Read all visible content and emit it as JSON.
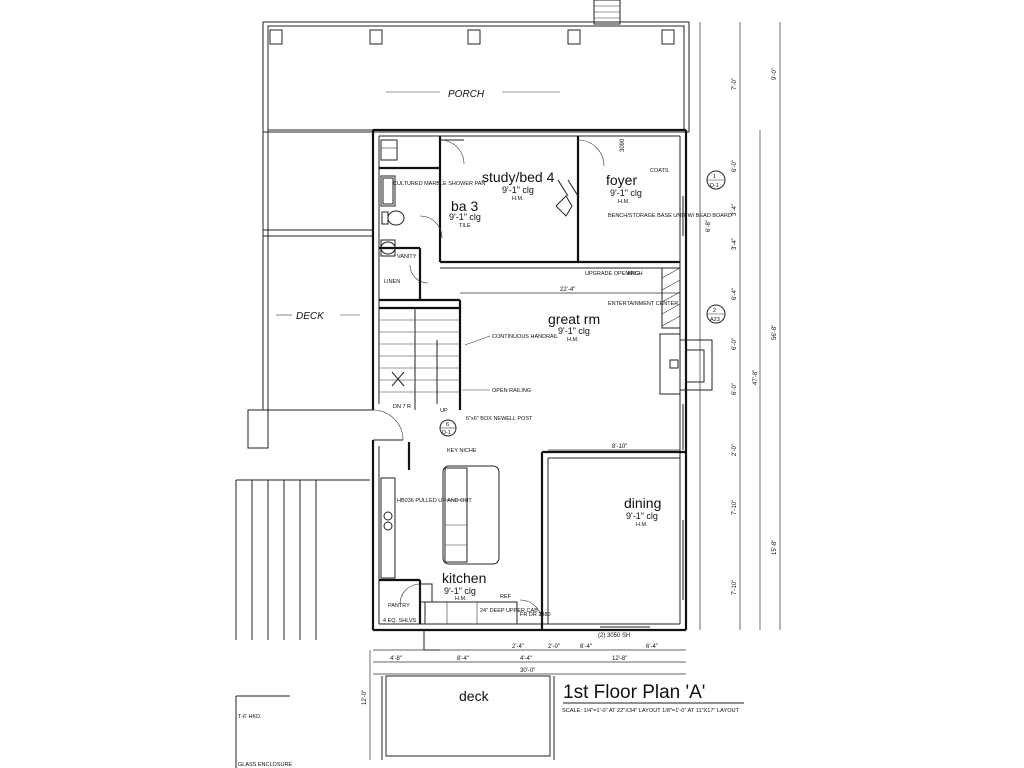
{
  "rooms": {
    "study": {
      "name": "study/bed 4",
      "ceiling": "9'-1\" clg",
      "floor": "H.M."
    },
    "foyer": {
      "name": "foyer",
      "ceiling": "9'-1\" clg",
      "floor": "H.M."
    },
    "bath": {
      "name": "ba 3",
      "ceiling": "9'-1\" clg",
      "floor": "TILE"
    },
    "great": {
      "name": "great rm",
      "ceiling": "9'-1\" clg",
      "floor": "H.M."
    },
    "dining": {
      "name": "dining",
      "ceiling": "9'-1\" clg",
      "floor": "H.M."
    },
    "kitchen": {
      "name": "kitchen",
      "ceiling": "9'-1\" clg",
      "floor": "H.M."
    },
    "deck_bottom": {
      "name": "deck"
    },
    "porch": {
      "name": "PORCH"
    },
    "deck_left": {
      "name": "DECK"
    }
  },
  "notes": {
    "shower": "CULTURED MARBLE SHOWER PAN",
    "bench": "BENCH/STORAGE BASE UNIT W/ BEAD BOARD",
    "upgrade": "UPGRADE OPENING",
    "arch": "ARCH",
    "entertainment": "ENTERTAINMENT CENTER",
    "handrail": "CONTINUOUS HANDRAIL",
    "railing": "OPEN RAILING",
    "newell": "6\"x6\" BOX NEWELL POST",
    "key_niche": "KEY NICHE",
    "pulled": "HB036 PULLED UP AND OUT",
    "pantry": "PANTRY",
    "shelves": "4 EQ. SHLVS",
    "upper_cab": "24\" DEEP UPPER CAB",
    "coats": "COATS",
    "linen": "LINEN",
    "vanity": "VANITY",
    "dn": "DN 7 R",
    "up": "UP",
    "fr_dr": "FR DR 2880",
    "ref": "REF"
  },
  "dimensions": {
    "great_width": "22'-4\"",
    "dining_width": "8'-10\"",
    "overall_width": "30'-0\"",
    "overall_depth": "56'-8\"",
    "inner_depth": "47'-8\"",
    "porch_depth": "9'-0\"",
    "dining_depth": "15'-8\"",
    "bottom_row": [
      "4'-8\"",
      "8'-4\"",
      "4'-4\"",
      "12'-8\""
    ],
    "upper_row": [
      "2'-4\"",
      "2'-0\"",
      "6'-4\"",
      "6'-4\""
    ],
    "right_col": [
      "7'-0\"",
      "6'-0\"",
      "3'-4\"",
      "6'-8\"",
      "3'-4\"",
      "6'-4\"",
      "6'-0\"",
      "6'-0\"",
      "2'-0\"",
      "7'-10\"",
      "7'-10\""
    ],
    "deck_depth": "12'-0\"",
    "window_note": "(2) 3050 SH",
    "foyer_door": "3090"
  },
  "callouts": [
    {
      "num": "1",
      "sheet": "D-1"
    },
    {
      "num": "2",
      "sheet": "A23"
    },
    {
      "num": "6",
      "sheet": "D-1"
    }
  ],
  "title_block": {
    "title": "1st Floor Plan 'A'",
    "scale": "SCALE: 1/4\"=1'-0\" AT 22\"X34\" LAYOUT   1/8\"=1'-0\" AT 11\"X17\" LAYOUT"
  },
  "left_notes": {
    "enclosure": "GLASS ENCLOSURE",
    "ht": "T-6' HKD."
  }
}
